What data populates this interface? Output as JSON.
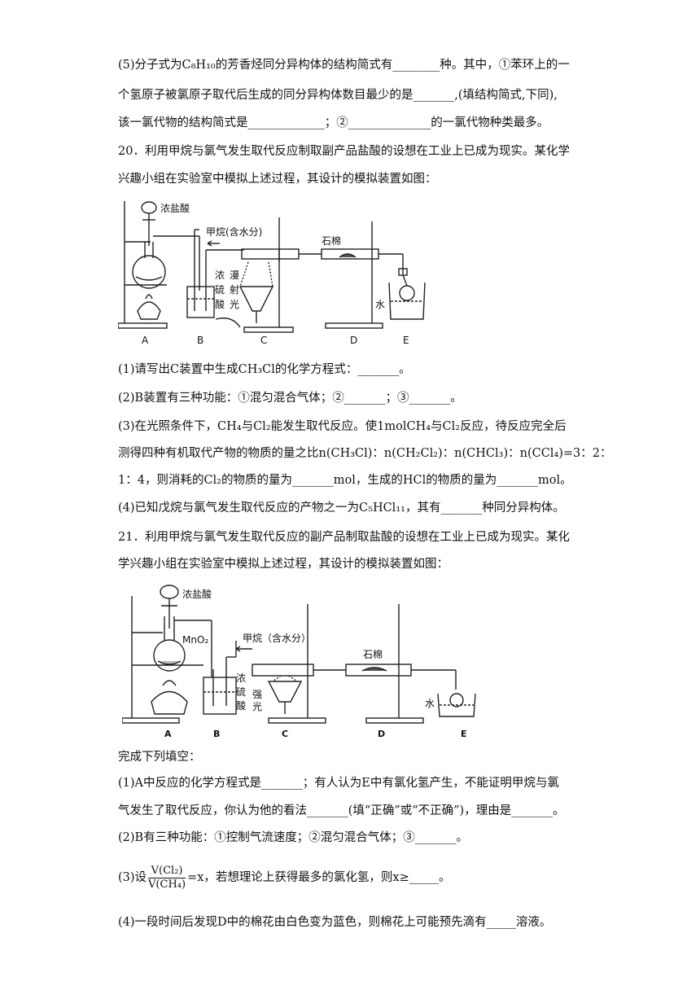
{
  "q19_5": {
    "line1": "(5)分子式为C₈H₁₀的芳香烃同分异构体的结构简式有________种。其中，①苯环上的一",
    "line2": "个氢原子被氯原子取代后生成的同分异构体数目最少的是_______,(填结构简式,下同),",
    "line3": "该一氯代物的结构简式是_____________；②______________的一氯代物种类最多。"
  },
  "q20": {
    "stem1": "20．利用甲烷与氯气发生取代反应制取副产品盐酸的设想在工业上已成为现实。某化学",
    "stem2": "兴趣小组在实验室中模拟上述过程，其设计的模拟装置如图：",
    "figure": {
      "labels": {
        "hcl": "浓盐酸",
        "methane": "甲烷(含水分)",
        "asbestos": "石棉",
        "acid": "浓硫酸",
        "light": "漫射光",
        "water": "水"
      },
      "apparatus": [
        "A",
        "B",
        "C",
        "D",
        "E"
      ]
    },
    "p1": "(1)请写出C装置中生成CH₃Cl的化学方程式：_______。",
    "p2": "(2)B装置有三种功能：①混匀混合气体；②_______；③_______。",
    "p3a": "(3)在光照条件下，CH₄与Cl₂能发生取代反应。使1molCH₄与Cl₂反应，待反应完全后",
    "p3b": "测得四种有机取代产物的物质的量之比n(CH₃Cl)：n(CH₂Cl₂)：n(CHCl₃)：n(CCl₄)=3：2：",
    "p3c": "1：4，则消耗的Cl₂的物质的量为_______mol，生成的HCl的物质的量为_______mol。",
    "p4": "(4)已知戊烷与氯气发生取代反应的产物之一为C₅HCl₁₁，其有_______种同分异构体。"
  },
  "q21": {
    "stem1": "21．利用甲烷与氯气发生取代反应的副产品制取盐酸的设想在工业上已成为现实。某化",
    "stem2": "学兴趣小组在实验室中模拟上述过程，其设计的模拟装置如图：",
    "figure": {
      "labels": {
        "hcl": "浓盐酸",
        "mno2": "MnO₂",
        "methane": "甲烷（含水分）",
        "asbestos": "石棉",
        "acid": "浓硫酸",
        "light": "强光",
        "water": "水"
      },
      "apparatus": [
        "A",
        "B",
        "C",
        "D",
        "E"
      ]
    },
    "intro": "完成下列填空：",
    "p1a": "(1)A中反应的化学方程式是_______；有人认为E中有氯化氢产生，不能证明甲烷与氯",
    "p1b": "气发生了取代反应，你认为他的看法_______(填“正确”或“不正确”)，理由是_______。",
    "p2": "(2)B有三种功能：①控制气流速度；②混匀混合气体；③_______。",
    "p3_prefix": "(3)设",
    "p3_num": "V(Cl₂)",
    "p3_den": "V(CH₄)",
    "p3_suffix": "=x，若想理论上获得最多的氯化氢，则x≥_____。",
    "p4": "(4)一段时间后发现D中的棉花由白色变为蓝色，则棉花上可能预先滴有_____溶液。"
  }
}
